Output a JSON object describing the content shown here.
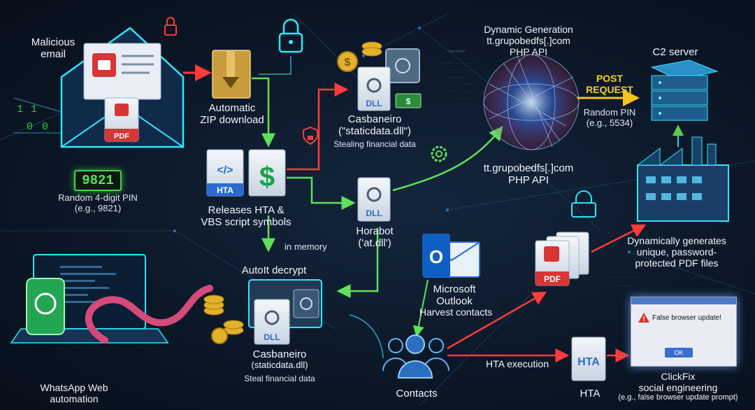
{
  "labels": {
    "malicious_email": [
      "Malicious",
      "email"
    ],
    "pin_value": "9821",
    "random_pin": [
      "Random 4-digit PIN",
      "(e.g., 9821)"
    ],
    "auto_zip": [
      "Automatic",
      "ZIP download"
    ],
    "releases": [
      "Releases HTA &",
      "VBS script symbols"
    ],
    "hta_icon": "HTA",
    "dll_icon": "DLL",
    "pdf_icon": "PDF",
    "casbaneiro_top": [
      "Casbaneiro",
      "(\"staticdata.dll\")"
    ],
    "stealing": "Stealing financial data",
    "horabot": [
      "Horabot",
      "('at.dll')"
    ],
    "in_memory": "in memory",
    "autoit": "AutoIt decrypt",
    "casbaneiro_bottom": [
      "Casbaneiro",
      "(staticdata.dll)"
    ],
    "steal": "Steal financial data",
    "whatsapp": [
      "WhatsApp Web",
      "automation"
    ],
    "contacts": "Contacts",
    "outlook": [
      "Microsoft",
      "Outlook"
    ],
    "harvest": "Harvest contacts",
    "dynamic": [
      "Dynamic Generation",
      "tt.grupobedfs[.]com",
      "PHP API"
    ],
    "php_api": [
      "tt.grupobedfs[.]com",
      "PHP API"
    ],
    "post_request": [
      "POST",
      "REQUEST"
    ],
    "random_pin2": [
      "Random PIN",
      "(e.g., 5534)"
    ],
    "c2": "C2 server",
    "pdf_gen": [
      "Dynamically generates",
      "unique, password-",
      "protected PDF files"
    ],
    "hta_exec": "HTA execution",
    "hta_label": "HTA",
    "clickfix": [
      "ClickFix",
      "social engineering",
      "(e.g., false browser update prompt)"
    ],
    "popup_msg": "False browser update!",
    "popup_ok": "OK"
  },
  "colors": {
    "red_arrow": "#ff3b3b",
    "green_arrow": "#5fe05a",
    "yellow_arrow": "#f5c518",
    "cyan_glow": "#2ee6ff",
    "background": "#0c1828"
  }
}
